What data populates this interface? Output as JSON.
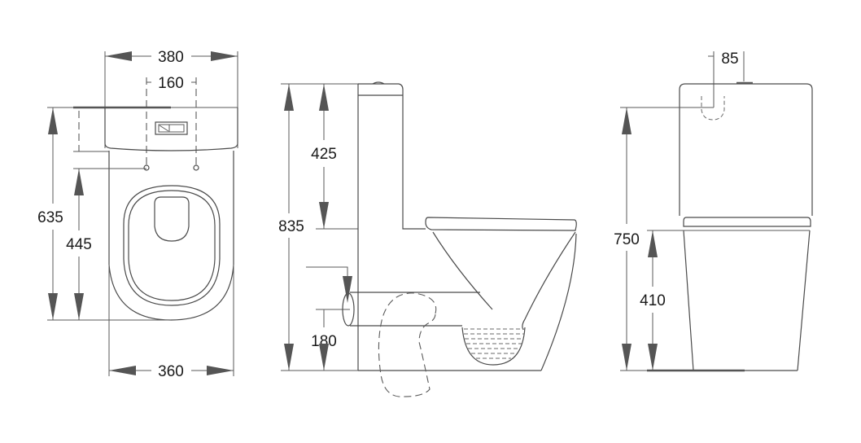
{
  "drawing": {
    "top_view": {
      "overall_width": "380",
      "fixing_hole_spacing": "160",
      "overall_depth": "635",
      "hole_to_front": "445",
      "body_width": "360"
    },
    "side_view": {
      "overall_height": "835",
      "tank_height": "425",
      "outlet_height": "180"
    },
    "front_view": {
      "inlet_offset": "85",
      "tank_top_height": "750",
      "seat_height": "410"
    },
    "colors": {
      "line": "#4a4a4a",
      "arrow": "#555555",
      "text": "#1a1a1a"
    }
  }
}
